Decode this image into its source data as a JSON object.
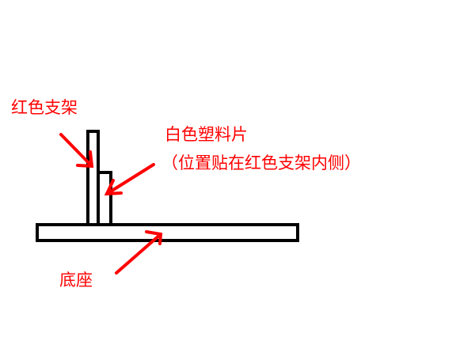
{
  "colors": {
    "outline": "#000000",
    "annotation": "#ff0000"
  },
  "labels": {
    "red_bracket": "红色支架",
    "white_plastic": "白色塑料片",
    "placement_note": "（位置贴在红色支架内侧）",
    "base": "底座"
  }
}
